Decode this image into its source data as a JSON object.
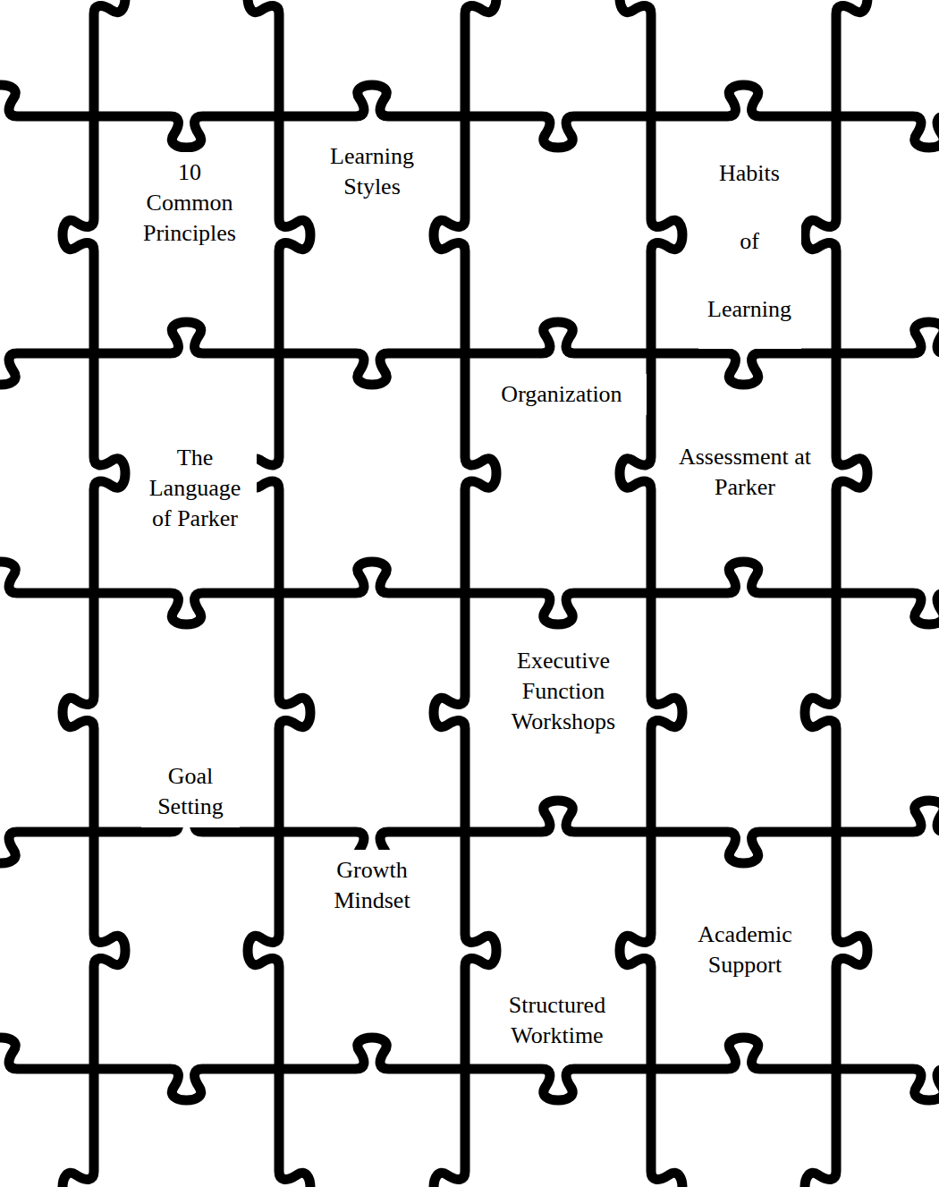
{
  "diagram": {
    "nodes": [
      {
        "text": [
          "10 Common Principles"
        ]
      },
      {
        "text": [
          "Learning Styles"
        ]
      },
      {
        "text": [
          "Habits of Learning"
        ]
      },
      {
        "text": [
          "Organization"
        ]
      },
      {
        "text": [
          "The Language of Parker"
        ]
      },
      {
        "text": [
          "Assessment at Parker"
        ]
      },
      {
        "text": [
          "Executive Function Workshops"
        ]
      },
      {
        "text": [
          "Goal Setting"
        ]
      },
      {
        "text": [
          "Growth Mindset"
        ]
      },
      {
        "text": [
          "Structured Worktime"
        ]
      },
      {
        "text": [
          "Academic Support"
        ]
      }
    ]
  }
}
